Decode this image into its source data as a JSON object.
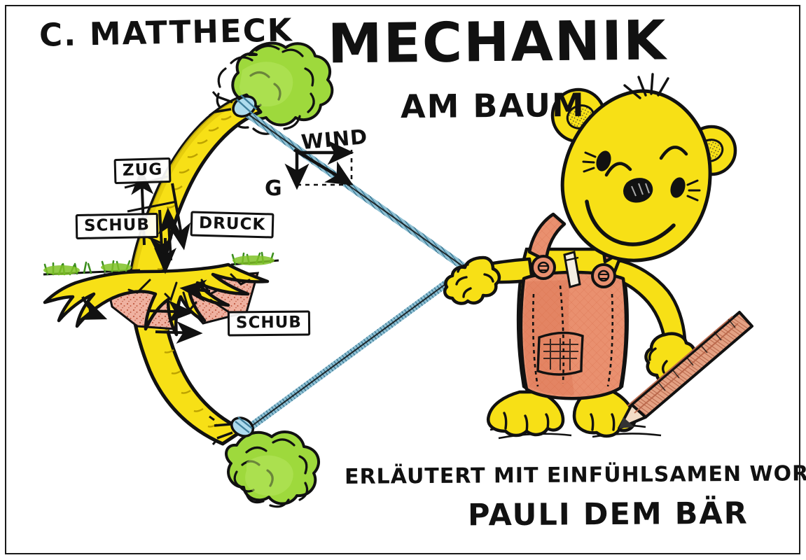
{
  "meta": {
    "author": "C. MATTHECK",
    "title_main": "MECHANIK",
    "title_sub": "AM BAUM",
    "credit_line": "ERLÄUTERT MIT EINFÜHLSAMEN WORTEN VON",
    "credit_name": "PAULI DEM BÄR"
  },
  "diagram": {
    "force_labels": {
      "wind": "WIND",
      "gravity": "G"
    },
    "boxed_labels": {
      "zug": "ZUG",
      "schub_left": "SCHUB",
      "druck": "DRUCK",
      "schub_root": "SCHUB"
    }
  },
  "colors": {
    "yellow": "#F7E016",
    "yellow_shade": "#E3C90C",
    "green": "#9ED93C",
    "green_shade": "#7FC227",
    "salmon": "#E9906F",
    "salmon_shade": "#D4583C",
    "soil_pink": "#EFB1A0",
    "rope_blue": "#9FD3E8",
    "ink": "#111111",
    "paper": "#FFFFFF"
  }
}
